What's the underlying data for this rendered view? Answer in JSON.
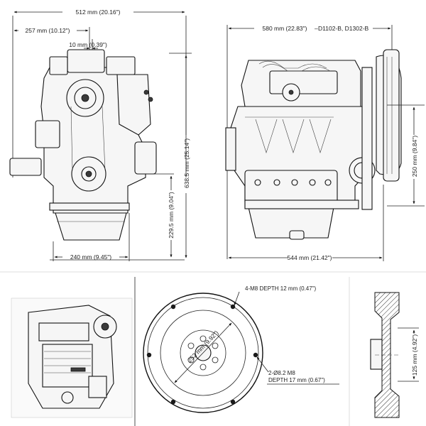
{
  "drawings": {
    "front_view": {
      "overall_width": "512 mm (20.16\")",
      "half_width": "257 mm (10.12\")",
      "offset": "10 mm (0.39\")",
      "overall_height": "638.5 mm (25.14\")",
      "lower_height": "229.5 mm (9.04\")",
      "base_width": "240 mm (9.45\")"
    },
    "side_view": {
      "overall_length": "580 mm (22.83\")",
      "models": "D1102-B, D1302-B",
      "upper_height": "250 mm (9.84\")",
      "base_length": "544 mm (21.42\")"
    },
    "flywheel": {
      "bolt_note_line1": "4-M8 DEPTH 12 mm (0.47\")",
      "pcd": "252 mm (9.92\")",
      "hole_note_line1": "2-Ø8.2 M8",
      "hole_note_line2": "DEPTH 17 mm (0.67\")"
    },
    "flywheel_section": {
      "diameter": "125 mm (4.92\")"
    }
  }
}
